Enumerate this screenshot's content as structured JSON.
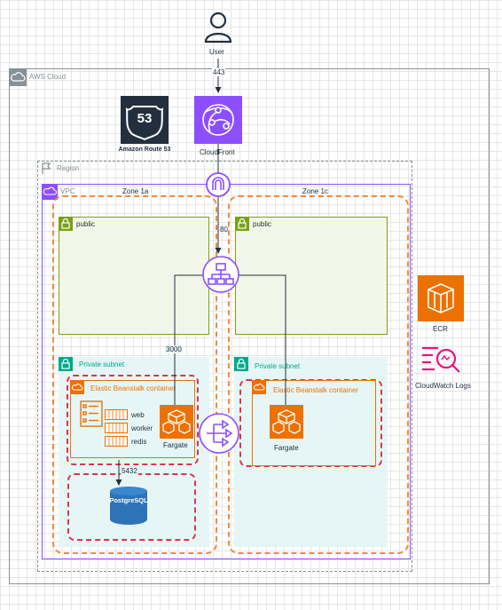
{
  "user": {
    "label": "User"
  },
  "cloud": {
    "label": "AWS Cloud"
  },
  "route53": {
    "label": "Amazon Route 53",
    "icon_text": "53"
  },
  "cloudfront": {
    "label": "CloudFront"
  },
  "region": {
    "label": "Region"
  },
  "vpc": {
    "label": "VPC"
  },
  "zones": [
    {
      "label": "Zone 1a"
    },
    {
      "label": "Zone 1c"
    }
  ],
  "public_subnets": [
    {
      "label": "public"
    },
    {
      "label": "public"
    }
  ],
  "private_subnets": [
    {
      "label": "Private subnet"
    },
    {
      "label": "Private subnet"
    }
  ],
  "beanstalk": [
    {
      "label": "Elastic Beanstalk container"
    },
    {
      "label": "Elastic Beanstalk container"
    }
  ],
  "processes": [
    "web",
    "worker",
    "redis"
  ],
  "fargate": [
    {
      "label": "Fargate"
    },
    {
      "label": "Fargate"
    }
  ],
  "database": {
    "label": "PostgreSQL"
  },
  "services": {
    "ecr": "ECR",
    "cloudwatch": "CloudWatch Logs"
  },
  "ports": {
    "https": "443",
    "http": "80",
    "app": "3000",
    "db": "5432"
  },
  "colors": {
    "aws_cloud": "#879196",
    "vpc": "#8C4FFF",
    "zone_dash": "#F28A3A",
    "public": "#7AA116",
    "public_fill": "#F2F6E8",
    "private": "#01A88D",
    "private_fill": "#E6F6F7",
    "compute": "#ED7100",
    "red_dash": "#DD344C",
    "cloudwatch": "#E7157B",
    "db": "#2E73B8"
  }
}
